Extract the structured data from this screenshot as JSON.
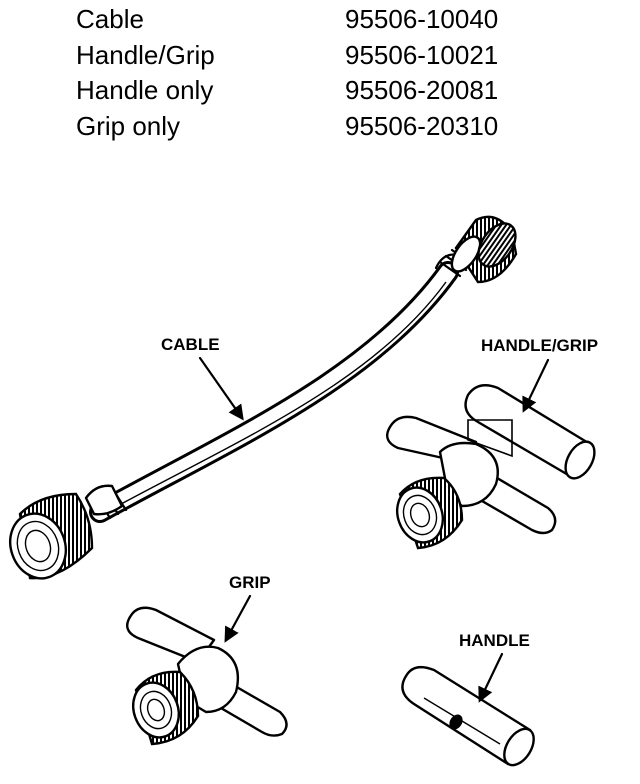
{
  "parts_table": [
    {
      "name": "Cable",
      "number": "95506-10040"
    },
    {
      "name": "Handle/Grip",
      "number": "95506-10021"
    },
    {
      "name": "Handle only",
      "number": "95506-20081"
    },
    {
      "name": "Grip only",
      "number": "95506-20310"
    }
  ],
  "labels": {
    "cable": "CABLE",
    "handle_grip": "HANDLE/GRIP",
    "grip": "GRIP",
    "handle": "HANDLE"
  }
}
